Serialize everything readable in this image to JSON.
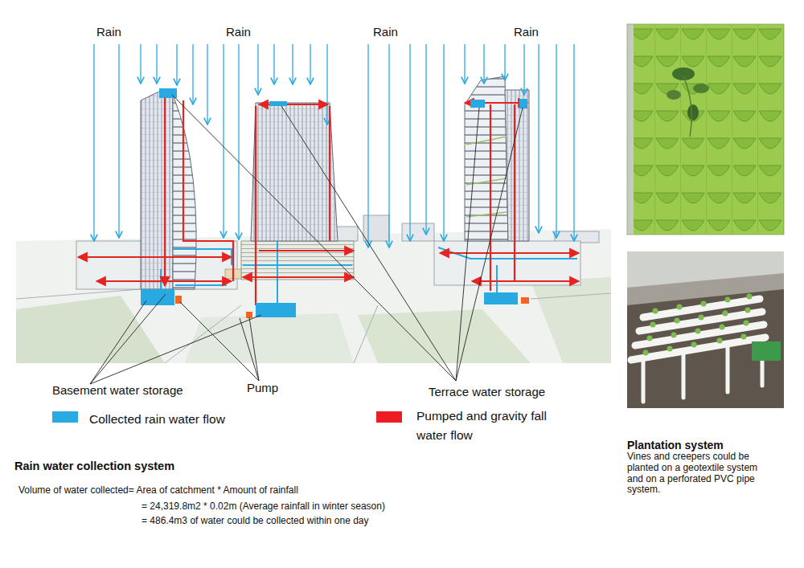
{
  "diagram": {
    "labels": [
      "Rain",
      "Rain",
      "Rain",
      "Rain",
      "Basement water storage",
      "Pump",
      "Terrace water storage",
      "Rain water collection system",
      "Volume of water collected= Area of catchment * Amount of rainfall",
      "= 24,319.8m2 * 0.02m (Average rainfall in winter season)",
      "= 486.4m3 of water could be collected within one day",
      "Plantation system",
      "Vines and creepers could be planted on a geotextile system and on a perforated PVC pipe system."
    ],
    "legend": [
      {
        "text": "Collected rain water flow",
        "color": "#29abe2"
      },
      {
        "text": "Pumped and gravity fall water flow",
        "color": "#ed1c24"
      }
    ]
  }
}
